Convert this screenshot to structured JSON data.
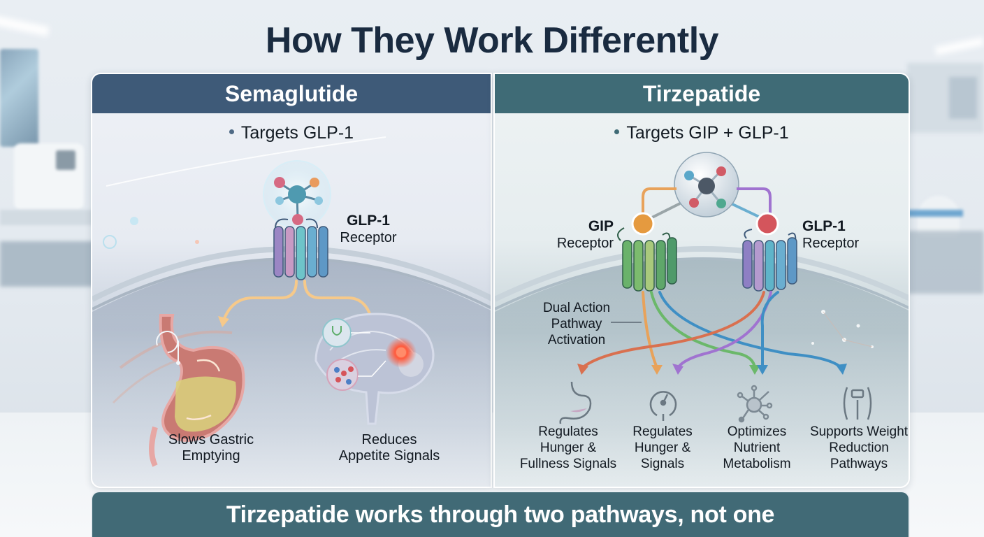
{
  "title": "How They Work Differently",
  "panels": {
    "semaglutide": {
      "name": "Semaglutide",
      "target": "Targets GLP-1",
      "header_color": "#3e5a78",
      "receptor": {
        "name": "GLP-1",
        "sub": "Receptor"
      },
      "effects": [
        {
          "icon": "stomach-icon",
          "line1": "Slows Gastric",
          "line2": "Emptying"
        },
        {
          "icon": "brain-icon",
          "line1": "Reduces",
          "line2": "Appetite Signals"
        }
      ]
    },
    "tirzepatide": {
      "name": "Tirzepatide",
      "target": "Targets GIP + GLP-1",
      "header_color": "#3f6b76",
      "receptors": [
        {
          "name": "GIP",
          "sub": "Receptor"
        },
        {
          "name": "GLP-1",
          "sub": "Receptor"
        }
      ],
      "annotation": {
        "line1": "Dual Action",
        "line2": "Pathway",
        "line3": "Activation"
      },
      "effects": [
        {
          "icon": "stomach-icon",
          "line1": "Regulates",
          "line2": "Hunger &",
          "line3": "Fullness Signals"
        },
        {
          "icon": "gauge-icon",
          "line1": "Regulates",
          "line2": "Hunger &",
          "line3": "Signals"
        },
        {
          "icon": "molecule-icon",
          "line1": "Optimizes",
          "line2": "Nutrient",
          "line3": "Metabolism"
        },
        {
          "icon": "scale-body-icon",
          "line1": "Supports Weight",
          "line2": "Reduction",
          "line3": "Pathways"
        }
      ]
    }
  },
  "takeaway": "Tirzepatide works through two pathways, not one",
  "colors": {
    "title": "#1a2b40",
    "bottom_bar": "#416a76",
    "path_orange": "#e8a25a",
    "path_green": "#6bb86a",
    "path_purple": "#a073d0",
    "path_blue": "#3f8fc4",
    "path_red": "#d9704f"
  }
}
